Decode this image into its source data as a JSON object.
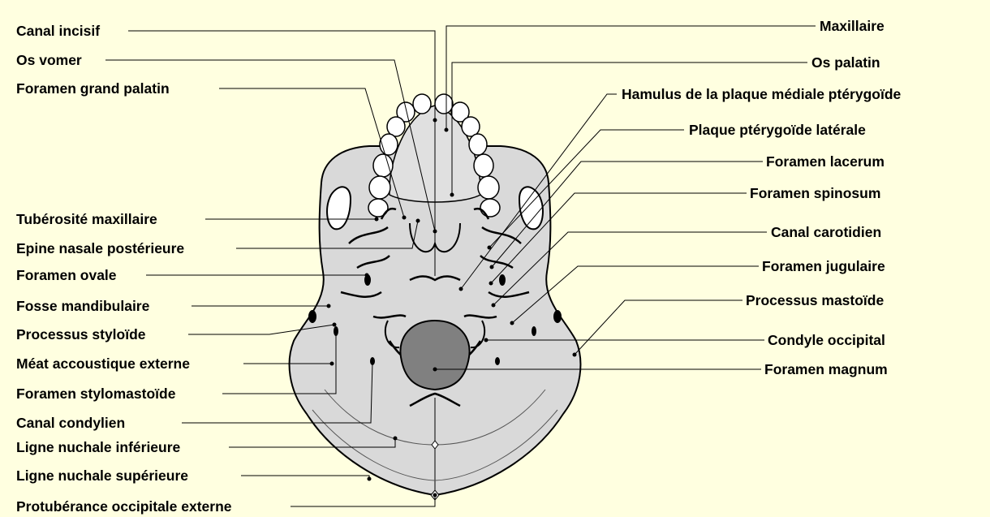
{
  "diagram": {
    "background_color": "#ffffe0",
    "skull_fill": "#d9d9d9",
    "foramen_magnum_fill": "#808080",
    "labels_left": [
      "Canal incisif",
      "Os vomer",
      "Foramen grand palatin",
      "Tubérosité maxillaire",
      "Epine nasale postérieure",
      "Foramen ovale",
      "Fosse mandibulaire",
      "Processus styloïde",
      "Méat accoustique externe",
      "Foramen stylomastoïde",
      "Canal condylien",
      "Ligne nuchale inférieure",
      "Ligne nuchale supérieure",
      "Protubérance occipitale externe"
    ],
    "labels_right": [
      "Maxillaire",
      "Os palatin",
      "Hamulus de la plaque médiale ptérygoïde",
      "Plaque ptérygoïde latérale",
      "Foramen lacerum",
      "Foramen spinosum",
      "Canal carotidien",
      "Foramen jugulaire",
      "Processus mastoïde",
      "Condyle occipital",
      "Foramen magnum"
    ]
  }
}
